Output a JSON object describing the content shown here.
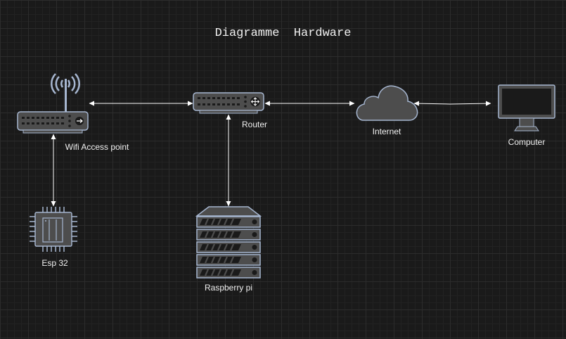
{
  "title": "Diagramme  Hardware",
  "nodes": {
    "wifi": {
      "label": "Wifi Access point",
      "icon": "wifi-access-point-icon"
    },
    "router": {
      "label": "Router",
      "icon": "router-icon"
    },
    "internet": {
      "label": "Internet",
      "icon": "cloud-icon"
    },
    "computer": {
      "label": "Computer",
      "icon": "monitor-icon"
    },
    "esp": {
      "label": "Esp 32",
      "icon": "chip-icon"
    },
    "raspberry": {
      "label": "Raspberry pi",
      "icon": "server-icon"
    }
  },
  "colors": {
    "background": "#1a1a1a",
    "icon_fill": "#4d4d4d",
    "icon_stroke": "#a6b6d0",
    "connector": "#ffffff",
    "text": "#f0f0f0"
  }
}
